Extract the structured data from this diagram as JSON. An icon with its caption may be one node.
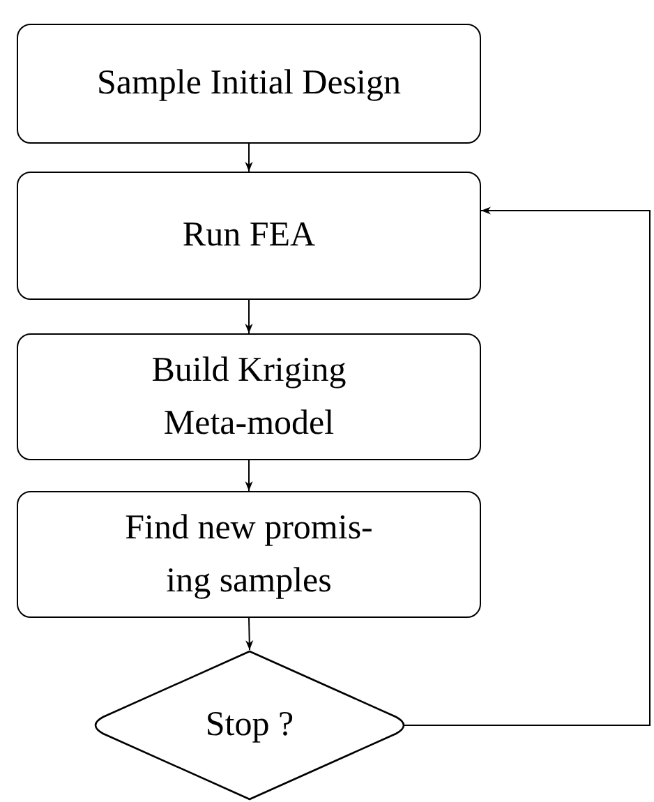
{
  "diagram": {
    "nodes": [
      {
        "text": [
          "Sample Initial Design"
        ]
      },
      {
        "text": [
          "Run FEA"
        ]
      },
      {
        "text": [
          "Build Kriging Meta-model"
        ]
      },
      {
        "text": [
          "Find new promis- ing samples"
        ]
      },
      {
        "text": [
          "Stop ?"
        ]
      }
    ],
    "edges": [
      {
        "from": 0,
        "to": 1,
        "arrow": "to"
      },
      {
        "from": 1,
        "to": 2,
        "arrow": "to"
      },
      {
        "from": 2,
        "to": 3,
        "arrow": "to"
      },
      {
        "from": 3,
        "to": 4,
        "arrow": "to"
      },
      {
        "from": 4,
        "to": 1,
        "arrow": "to"
      }
    ]
  }
}
